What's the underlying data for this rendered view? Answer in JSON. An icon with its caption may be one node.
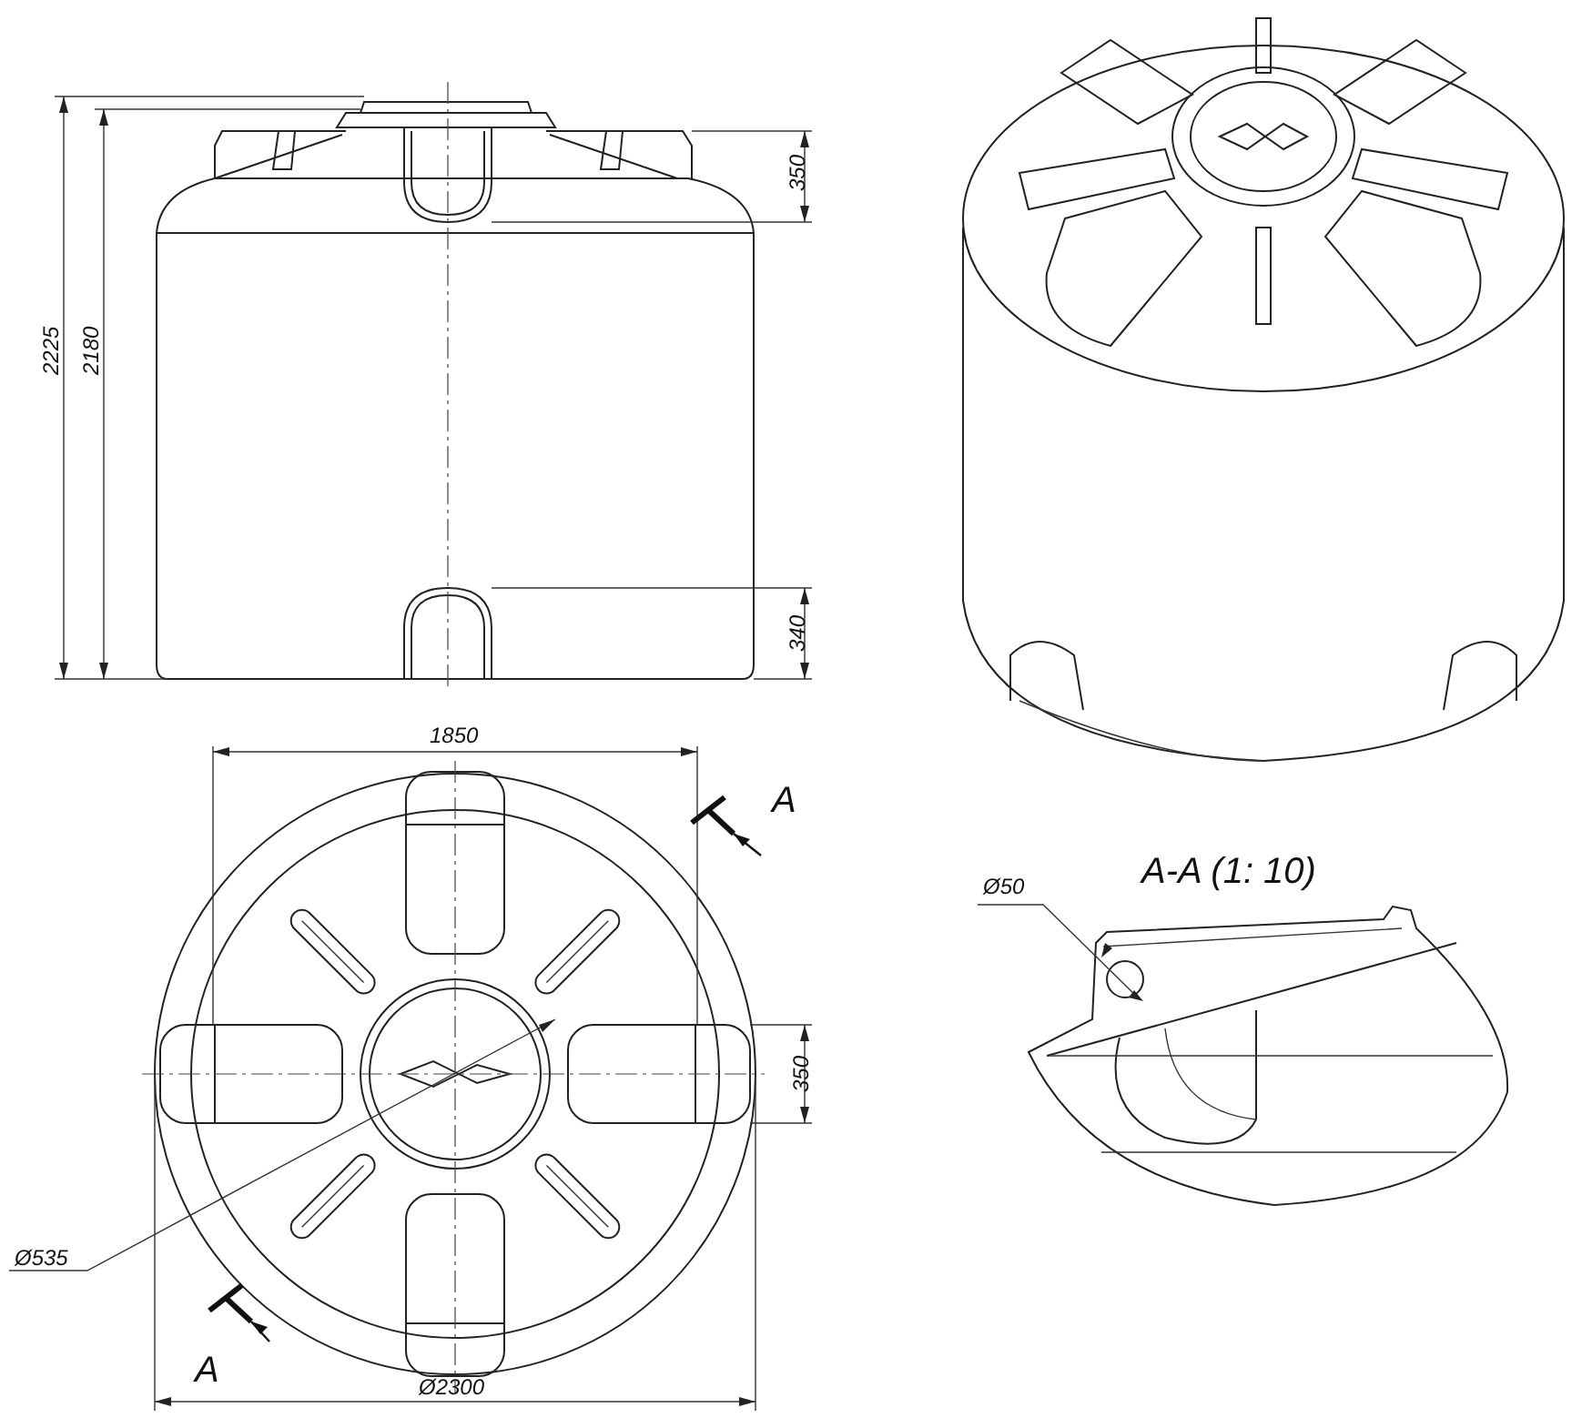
{
  "diagram": {
    "labels": [
      "2225",
      "2180",
      "350",
      "340",
      "1850",
      "A",
      "350",
      "Ø535",
      "A",
      "Ø2300",
      "A-A (1: 10)",
      "Ø50"
    ]
  }
}
